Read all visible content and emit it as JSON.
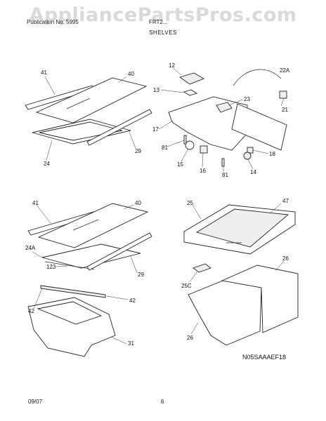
{
  "watermark": "AppliancePartsPros.com",
  "header": {
    "left": "Publication No: 5995",
    "right": "FRT2...",
    "section": "SHELVES"
  },
  "callouts": {
    "c41a": "41",
    "c40a": "40",
    "c29a": "29",
    "c24": "24",
    "c12": "12",
    "c22a": "22A",
    "c13": "13",
    "c23": "23",
    "c21": "21",
    "c17": "17",
    "c81a": "81",
    "c18": "18",
    "c15": "15",
    "c16": "16",
    "c81b": "81",
    "c14": "14",
    "c41b": "41",
    "c40b": "40",
    "c24a": "24A",
    "c123": "123",
    "c29b": "29",
    "c42a": "42",
    "c42b": "42",
    "c31": "31",
    "c25": "25",
    "c47": "47",
    "c26a": "26",
    "c25c": "25C",
    "c26b": "26"
  },
  "diagram_code": "N05SAAAEF18",
  "footer": {
    "date": "09/07",
    "page": "6"
  }
}
